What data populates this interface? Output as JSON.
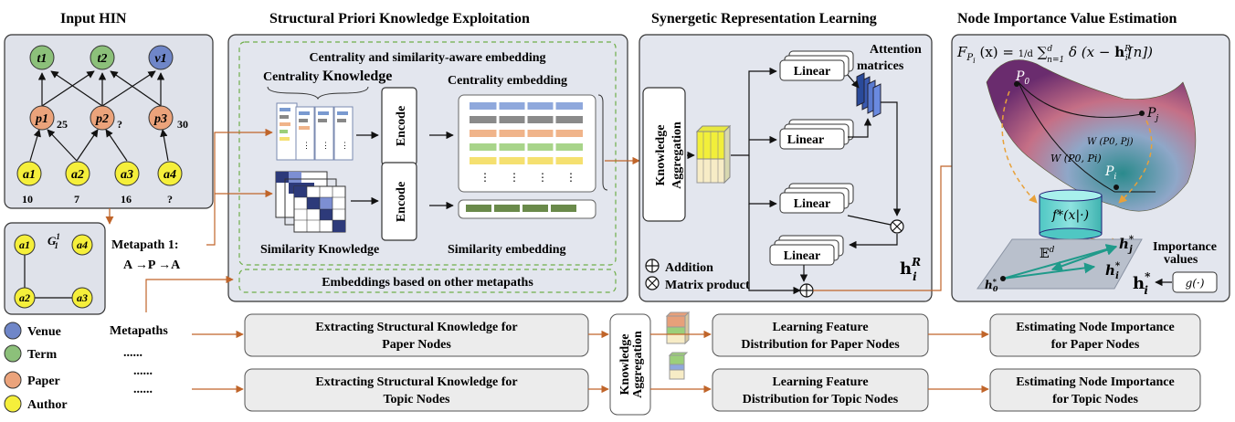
{
  "titles": {
    "input_hin": "Input HIN",
    "structural": "Structural Priori Knowledge Exploitation",
    "synergetic": "Synergetic Representation Learning",
    "importance": "Node Importance Value Estimation"
  },
  "hin": {
    "top_nodes": [
      "t1",
      "t2",
      "v1"
    ],
    "paper_nodes": [
      "p1",
      "p2",
      "p3"
    ],
    "paper_values": [
      "25",
      "?",
      "30"
    ],
    "author_nodes": [
      "a1",
      "a2",
      "a3",
      "a4"
    ],
    "author_values": [
      "10",
      "7",
      "16",
      "?"
    ],
    "subgraph_label": "G",
    "subgraph_sup": "1",
    "subgraph_sub": "1",
    "metapath_label": "Metapath 1:",
    "metapath_expr": "A →P →A"
  },
  "legend": [
    {
      "label": "Venue",
      "color": "#6f86c8"
    },
    {
      "label": "Term",
      "color": "#8cc07a"
    },
    {
      "label": "Paper",
      "color": "#eba37b"
    },
    {
      "label": "Author",
      "color": "#f5ef3b"
    }
  ],
  "structural": {
    "title": "Centrality and similarity-aware embedding",
    "centrality_knowledge": "Centrality Knowledge",
    "centrality_prefix": "Centrality ",
    "centrality_suffix": "Knowledge",
    "centrality_embedding": "Centrality embedding",
    "similarity_knowledge": "Similarity Knowledge",
    "similarity_embedding": "Similarity embedding",
    "encode": "Encode",
    "other_metapaths": "Embeddings based on other metapaths"
  },
  "synergetic": {
    "knowledge_aggregation": "Knowledge Aggregation",
    "linear": "Linear",
    "attention": "Attention matrices",
    "addition": "Addition",
    "matrix_product": "Matrix product",
    "hr": "h",
    "hr_sup": "R",
    "hr_sub": "i"
  },
  "estimation": {
    "formula_lhs": "F",
    "p0": "P",
    "pj": "P",
    "pi": "P",
    "w0j": "W (P0, Pj)",
    "w0i": "W (P0, Pi)",
    "fstar": "f*(x|·)",
    "ed": "𝔼",
    "importance_values": "Importance values",
    "g": "g(·)"
  },
  "bottom": {
    "metapaths": "Metapaths",
    "dots": "......",
    "extract_paper": [
      "Extracting Structural Knowledge for",
      "Paper Nodes"
    ],
    "extract_topic": [
      "Extracting Structural Knowledge for",
      "Topic Nodes"
    ],
    "aggregation": [
      "Knowledge",
      "Aggregation"
    ],
    "learn_paper": [
      "Learning Feature",
      "Distribution for Paper Nodes"
    ],
    "learn_topic": [
      "Learning Feature",
      "Distribution for Topic Nodes"
    ],
    "estimate_paper": [
      "Estimating Node Importance",
      "for Paper Nodes"
    ],
    "estimate_topic": [
      "Estimating Node Importance",
      "for Topic Nodes"
    ]
  }
}
